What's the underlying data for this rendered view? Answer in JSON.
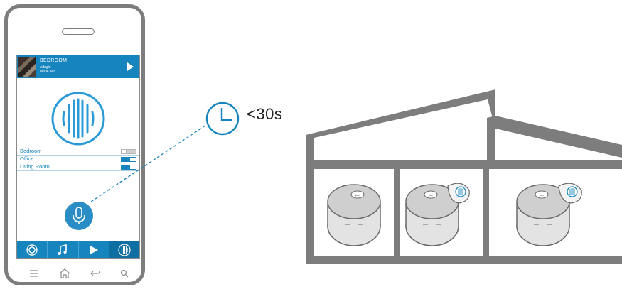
{
  "now_playing": {
    "room": "BEDROOM",
    "track": "Adagio",
    "artist": "Marie Alto"
  },
  "rooms": [
    {
      "label": "Bedroom",
      "enabled": false
    },
    {
      "label": "Office",
      "enabled": true
    },
    {
      "label": "Living Room",
      "enabled": true
    }
  ],
  "timer": {
    "label": "<30s"
  },
  "bottom_tabs": [
    "home-icon",
    "music-icon",
    "play-icon",
    "speaker-icon"
  ],
  "nav_icons": [
    "menu-icon",
    "home-icon",
    "back-icon",
    "search-icon"
  ],
  "speakers": [
    {
      "brand": "JAM",
      "paired": false
    },
    {
      "brand": "JAM",
      "paired": true
    },
    {
      "brand": "JAM",
      "paired": true
    }
  ],
  "colors": {
    "accent": "#1684bd",
    "house": "#7d7d7d",
    "speaker_top": "#cfcfcf"
  }
}
